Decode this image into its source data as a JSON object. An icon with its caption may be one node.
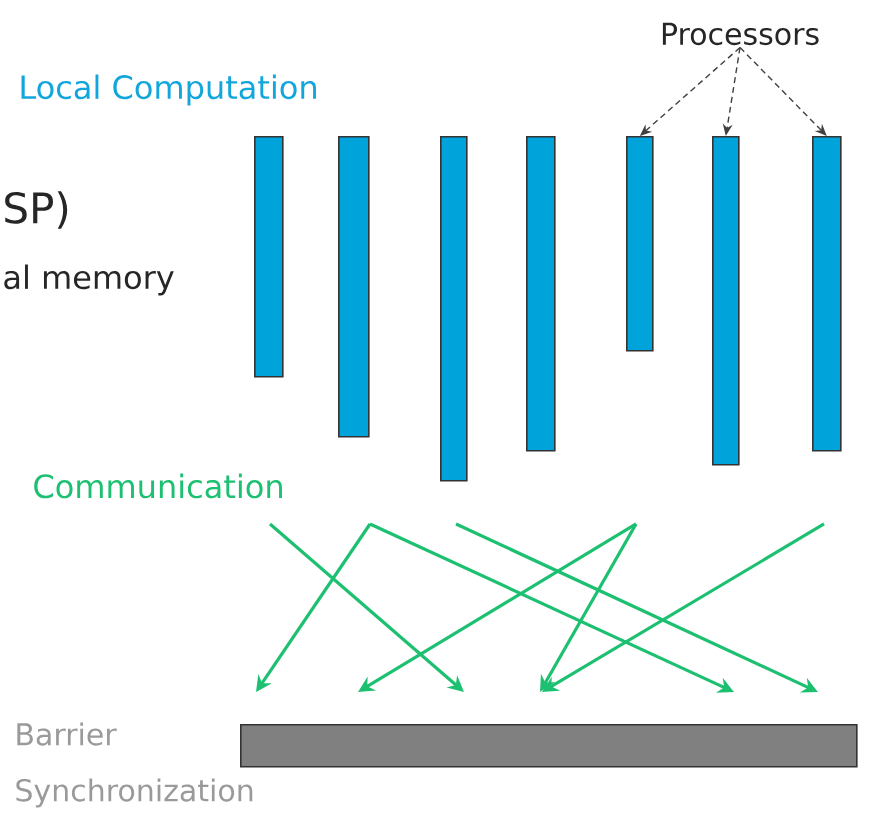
{
  "diagram": {
    "nodes": [
      {
        "text": [
          "Processors"
        ]
      },
      {
        "text": [],
        "shape": "bar"
      },
      {
        "text": [],
        "shape": "bar"
      },
      {
        "text": [],
        "shape": "bar"
      },
      {
        "text": [],
        "shape": "bar"
      },
      {
        "text": [],
        "shape": "bar"
      },
      {
        "text": [],
        "shape": "bar"
      },
      {
        "text": [],
        "shape": "bar"
      },
      {
        "text": [],
        "shape": "bar"
      }
    ],
    "edges": [
      {
        "from": 0,
        "to": 5,
        "arrow": "to",
        "style": "dashed"
      },
      {
        "from": 0,
        "to": 6,
        "arrow": "to",
        "style": "dashed"
      },
      {
        "from": 0,
        "to": 7,
        "arrow": "to",
        "style": "dashed"
      }
    ],
    "labels": [
      "Local Computation",
      "SP)",
      "al memory",
      "Communication",
      "Barrier Synchronization"
    ]
  }
}
